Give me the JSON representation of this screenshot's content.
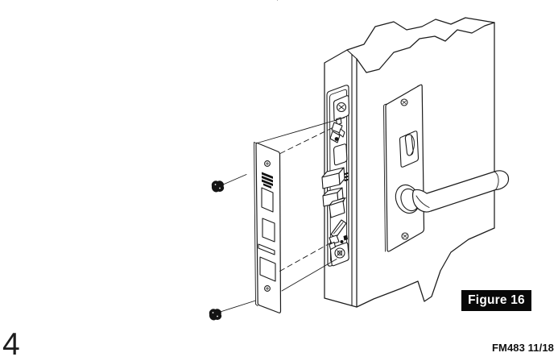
{
  "page": {
    "background": "#ffffff",
    "page_number": "4",
    "footer_code": "FM483 11/18",
    "ink_color": "#1d1d1d"
  },
  "figure": {
    "label": "Figure 16",
    "label_bg": "#080808",
    "label_text_color": "#ffffff",
    "alt": "Exploded line drawing: armor-front faceplate with two screws aligned to the mortise latch in a door edge; thumbturn escutcheon and lever handle on the door face",
    "parts": [
      "door",
      "mortise-cavity",
      "latch-mechanism",
      "armor-front-faceplate",
      "mounting-screws",
      "alignment-lines",
      "thumbturn-escutcheon",
      "lever-handle"
    ]
  }
}
